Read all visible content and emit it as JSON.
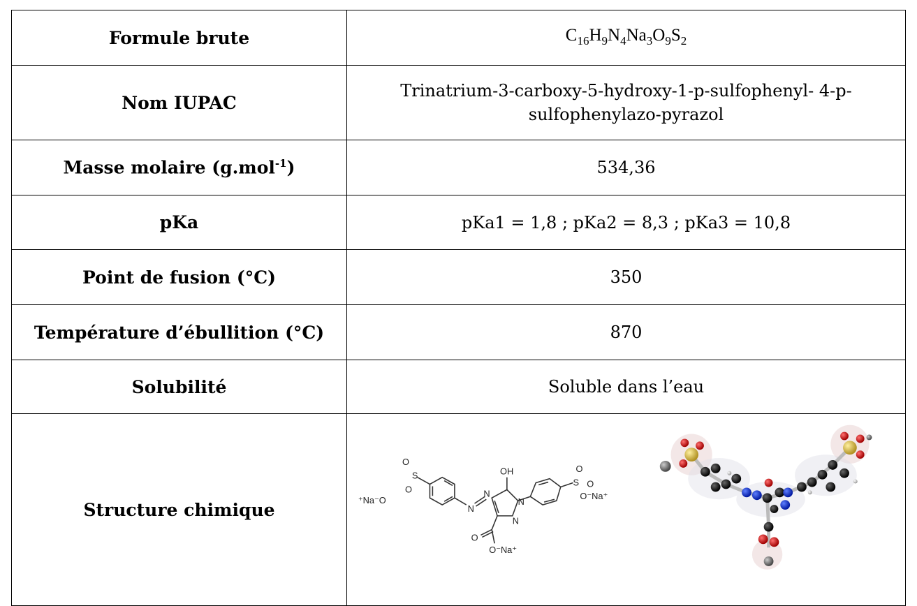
{
  "rows": [
    {
      "label": "Formule brute",
      "value": "C16H9N4Na3O9S2"
    },
    {
      "label": "Nom IUPAC",
      "value": "Trinatrium-3-carboxy-5-hydroxy-1-p-sulfophenyl- 4-p-sulfophenylazo-pyrazol"
    },
    {
      "label": "Masse molaire (g.mol-1)",
      "value": "534,36"
    },
    {
      "label": "pKa",
      "value": "pKa1 = 1,8 ; pKa2 = 8,3 ; pKa3 = 10,8"
    },
    {
      "label": "Point de fusion (°C)",
      "value": "350"
    },
    {
      "label": "Température d’ébullition (°C)",
      "value": "870"
    },
    {
      "label": "Solubilité",
      "value": "Soluble dans l’eau"
    },
    {
      "label": "Structure chimique",
      "value": ""
    }
  ],
  "formula_parts": {
    "c": "C",
    "c_n": "16",
    "h": "H",
    "h_n": "9",
    "n": "N",
    "n_n": "4",
    "na": "Na",
    "na_n": "3",
    "o": "O",
    "o_n": "9",
    "s": "S",
    "s_n": "2"
  },
  "mass_label": {
    "text": "Masse molaire (g.mol",
    "sup": "-1",
    "close": ")"
  },
  "iupac_lines": [
    "Trinatrium-3-carboxy-5-hydroxy-1-p-sulfophenyl- 4-p-",
    "sulfophenylazo-pyrazol"
  ],
  "structure_labels": {
    "o_top_left": "O",
    "s_left": "S",
    "o_left": "O",
    "na_left": "⁺Na⁻O",
    "n_azo_1": "N",
    "n_azo_2": "N",
    "oh": "OH",
    "n_ring_1": "N",
    "n_ring_2": "N",
    "o_top_right": "O",
    "s_right": "S",
    "o_right": "O",
    "na_right": "O⁻Na⁺",
    "o_carboxy": "O",
    "na_carboxy": "O⁻Na⁺"
  },
  "atom_colors": {
    "carbon": "#111111",
    "oxygen": "#d01010",
    "nitrogen": "#1030c8",
    "sulfur": "#e0c040",
    "hydrogen": "#ffffff",
    "sodium": "#888888"
  }
}
